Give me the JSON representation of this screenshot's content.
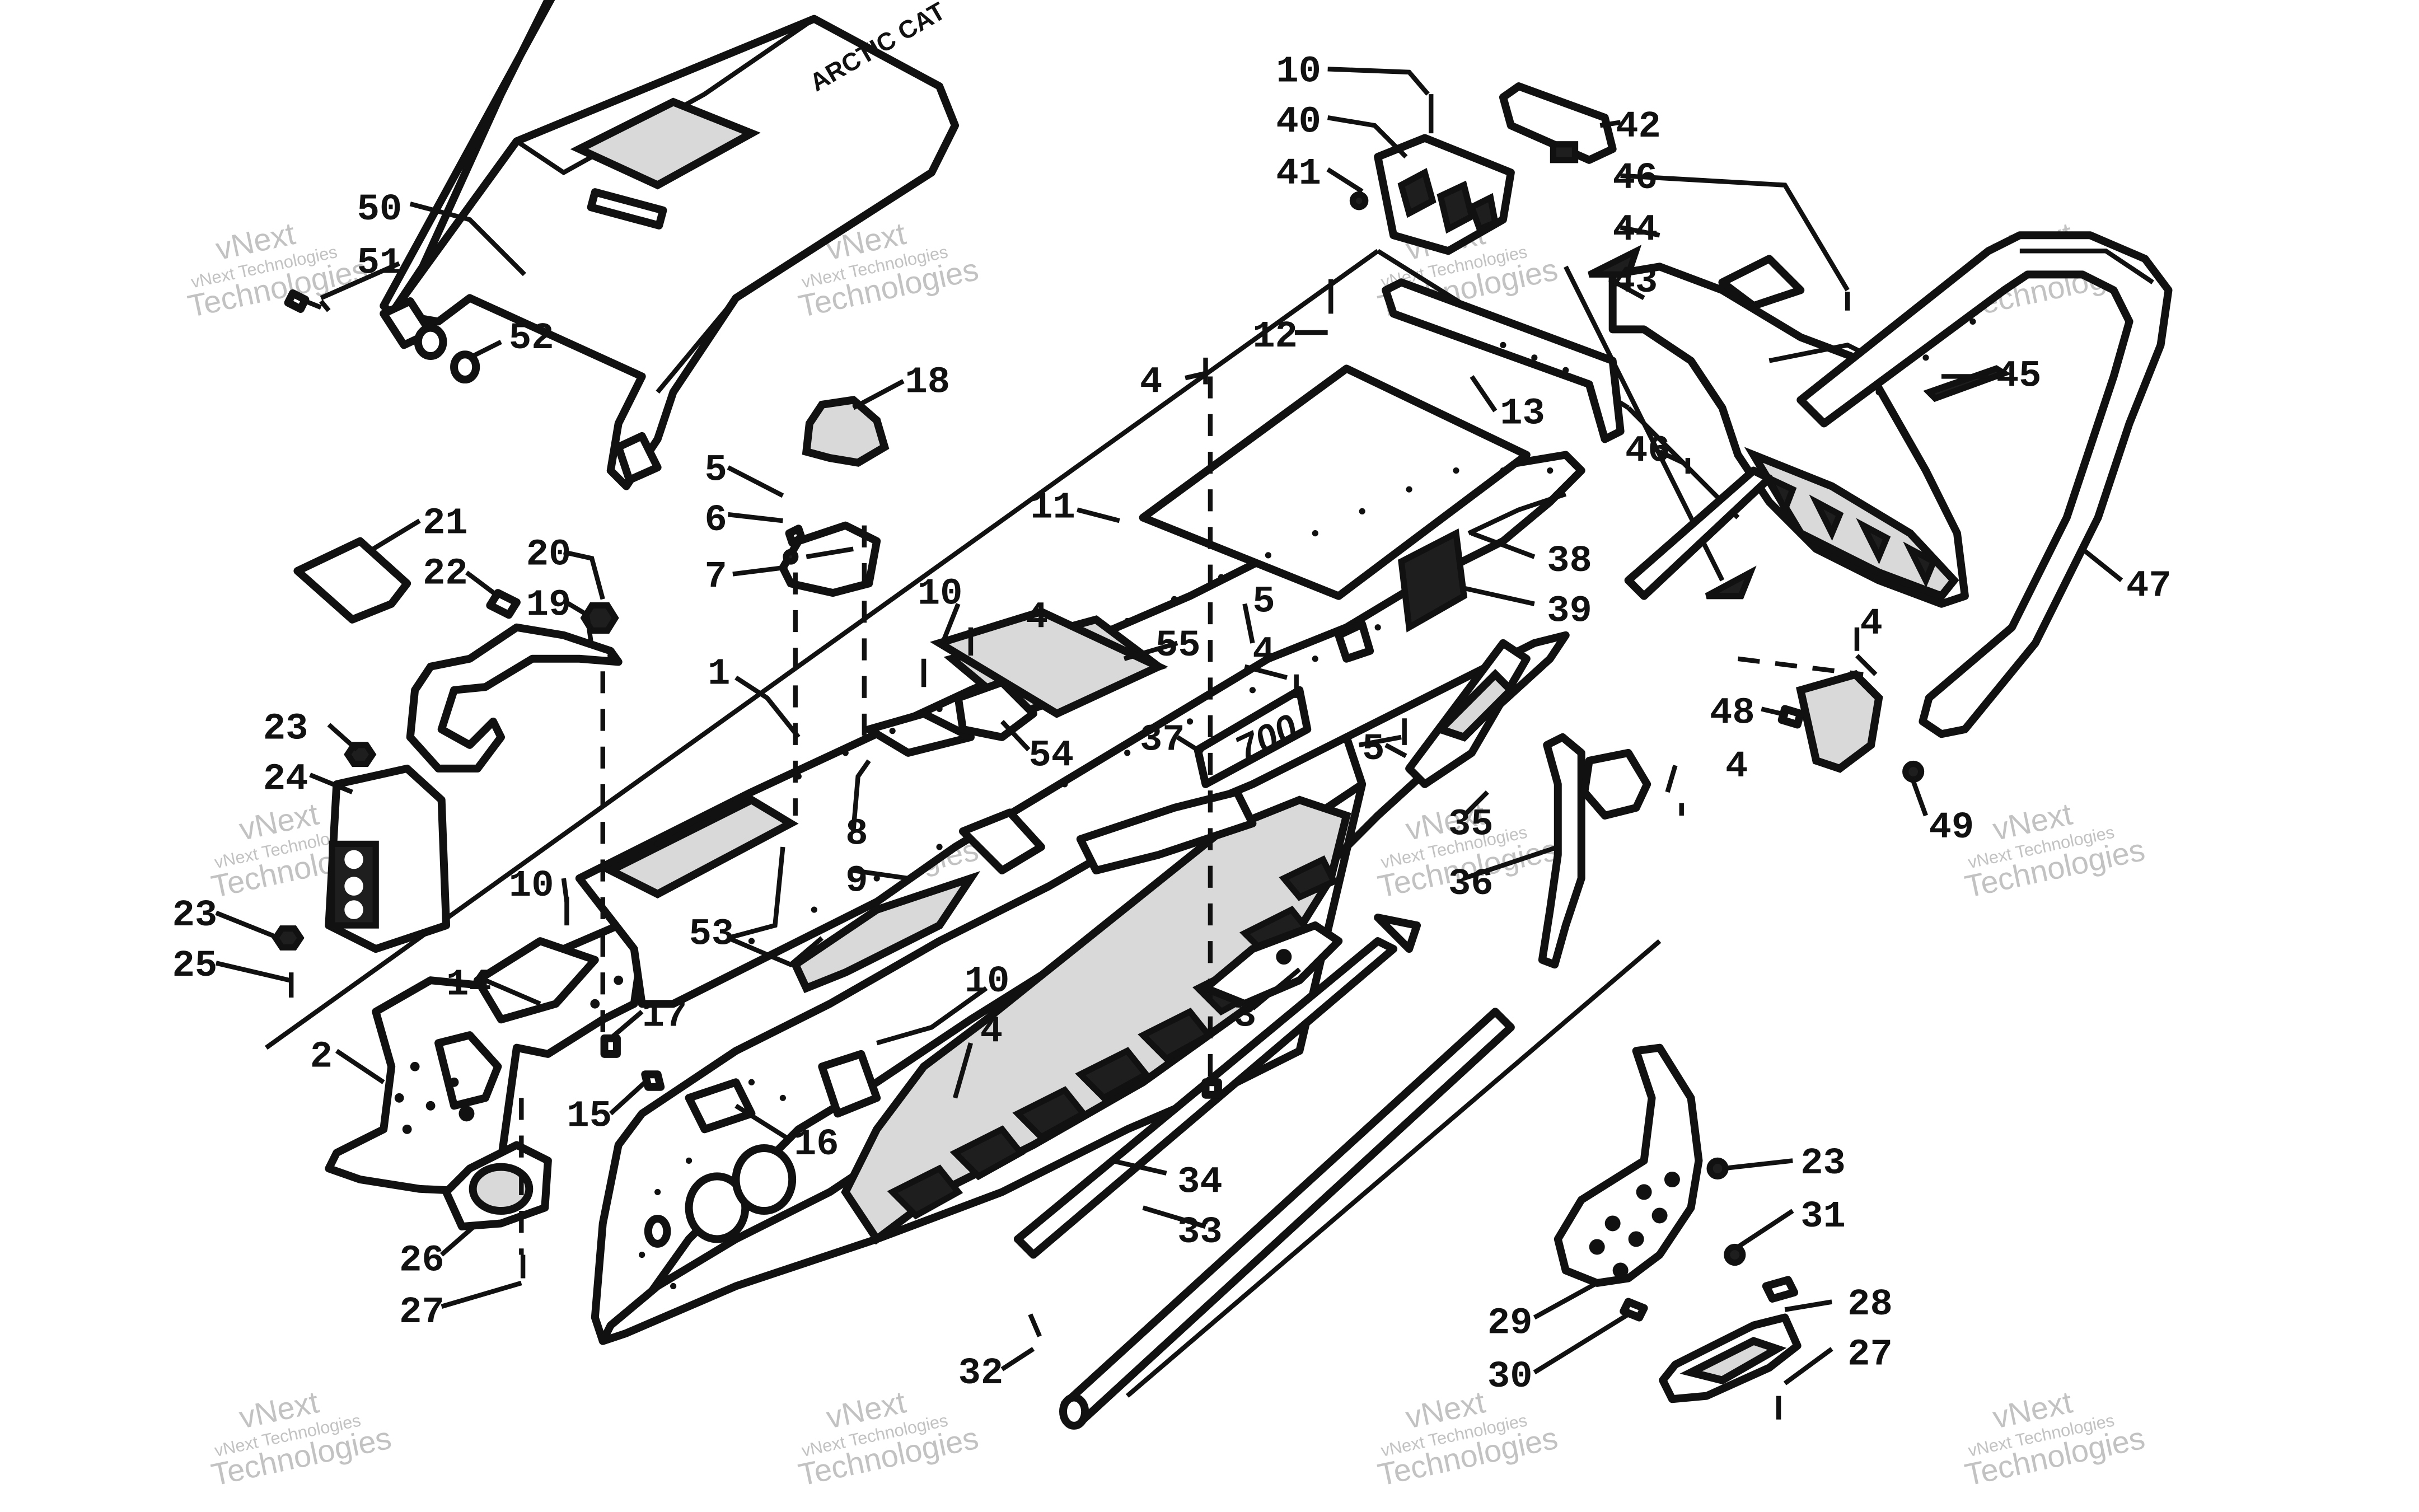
{
  "callouts": [
    {
      "label": "50"
    },
    {
      "label": "51"
    },
    {
      "label": "52"
    },
    {
      "label": "18"
    },
    {
      "label": "5"
    },
    {
      "label": "6"
    },
    {
      "label": "7"
    },
    {
      "label": "21"
    },
    {
      "label": "22"
    },
    {
      "label": "20"
    },
    {
      "label": "19"
    },
    {
      "label": "23"
    },
    {
      "label": "24"
    },
    {
      "label": "23"
    },
    {
      "label": "25"
    },
    {
      "label": "10"
    },
    {
      "label": "14"
    },
    {
      "label": "2"
    },
    {
      "label": "17"
    },
    {
      "label": "15"
    },
    {
      "label": "16"
    },
    {
      "label": "26"
    },
    {
      "label": "27"
    },
    {
      "label": "1"
    },
    {
      "label": "53"
    },
    {
      "label": "8"
    },
    {
      "label": "9"
    },
    {
      "label": "11"
    },
    {
      "label": "10"
    },
    {
      "label": "4"
    },
    {
      "label": "55"
    },
    {
      "label": "54"
    },
    {
      "label": "37"
    },
    {
      "label": "10"
    },
    {
      "label": "4"
    },
    {
      "label": "4"
    },
    {
      "label": "5"
    },
    {
      "label": "4"
    },
    {
      "label": "3"
    },
    {
      "label": "34"
    },
    {
      "label": "33"
    },
    {
      "label": "32"
    },
    {
      "label": "10"
    },
    {
      "label": "40"
    },
    {
      "label": "41"
    },
    {
      "label": "42"
    },
    {
      "label": "12"
    },
    {
      "label": "13"
    },
    {
      "label": "38"
    },
    {
      "label": "39"
    },
    {
      "label": "5"
    },
    {
      "label": "35"
    },
    {
      "label": "36"
    },
    {
      "label": "46"
    },
    {
      "label": "44"
    },
    {
      "label": "43"
    },
    {
      "label": "45"
    },
    {
      "label": "46"
    },
    {
      "label": "47"
    },
    {
      "label": "4"
    },
    {
      "label": "48"
    },
    {
      "label": "4"
    },
    {
      "label": "49"
    },
    {
      "label": "23"
    },
    {
      "label": "31"
    },
    {
      "label": "28"
    },
    {
      "label": "29"
    },
    {
      "label": "30"
    },
    {
      "label": "27"
    }
  ],
  "badge_text": "700",
  "seat_brand": "ARCTIC CAT",
  "watermark": {
    "line1": "vNext",
    "line2": "vNext Technologies",
    "line3": "Technologies"
  }
}
